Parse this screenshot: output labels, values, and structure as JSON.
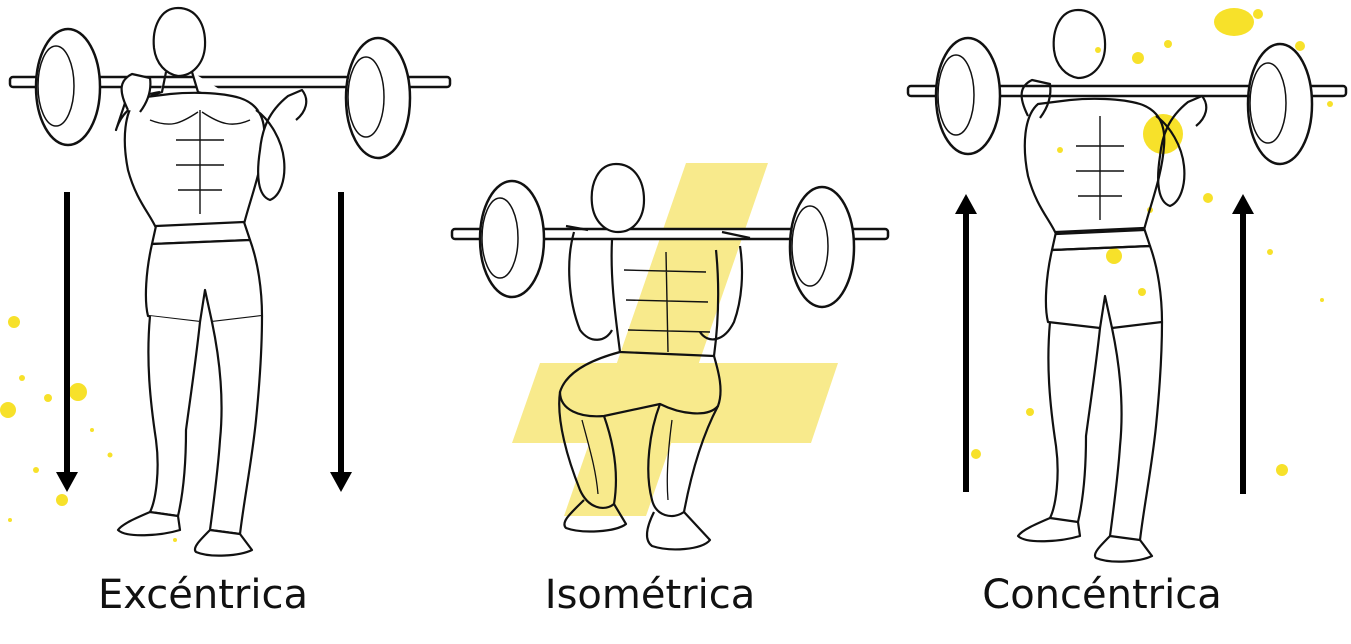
{
  "captions": {
    "eccentric": "Excéntrica",
    "isometric": "Isométrica",
    "concentric": "Concéntrica"
  },
  "colors": {
    "accent": "#f7e12a",
    "accent_light": "#f8ea8c",
    "line": "#111111",
    "arrow": "#000000",
    "background": "#ffffff"
  },
  "arrow_directions": {
    "eccentric": "down",
    "concentric": "up"
  },
  "icons": [
    "barbell-icon",
    "arrow-down-icon",
    "arrow-up-icon",
    "plus-sign-icon"
  ]
}
